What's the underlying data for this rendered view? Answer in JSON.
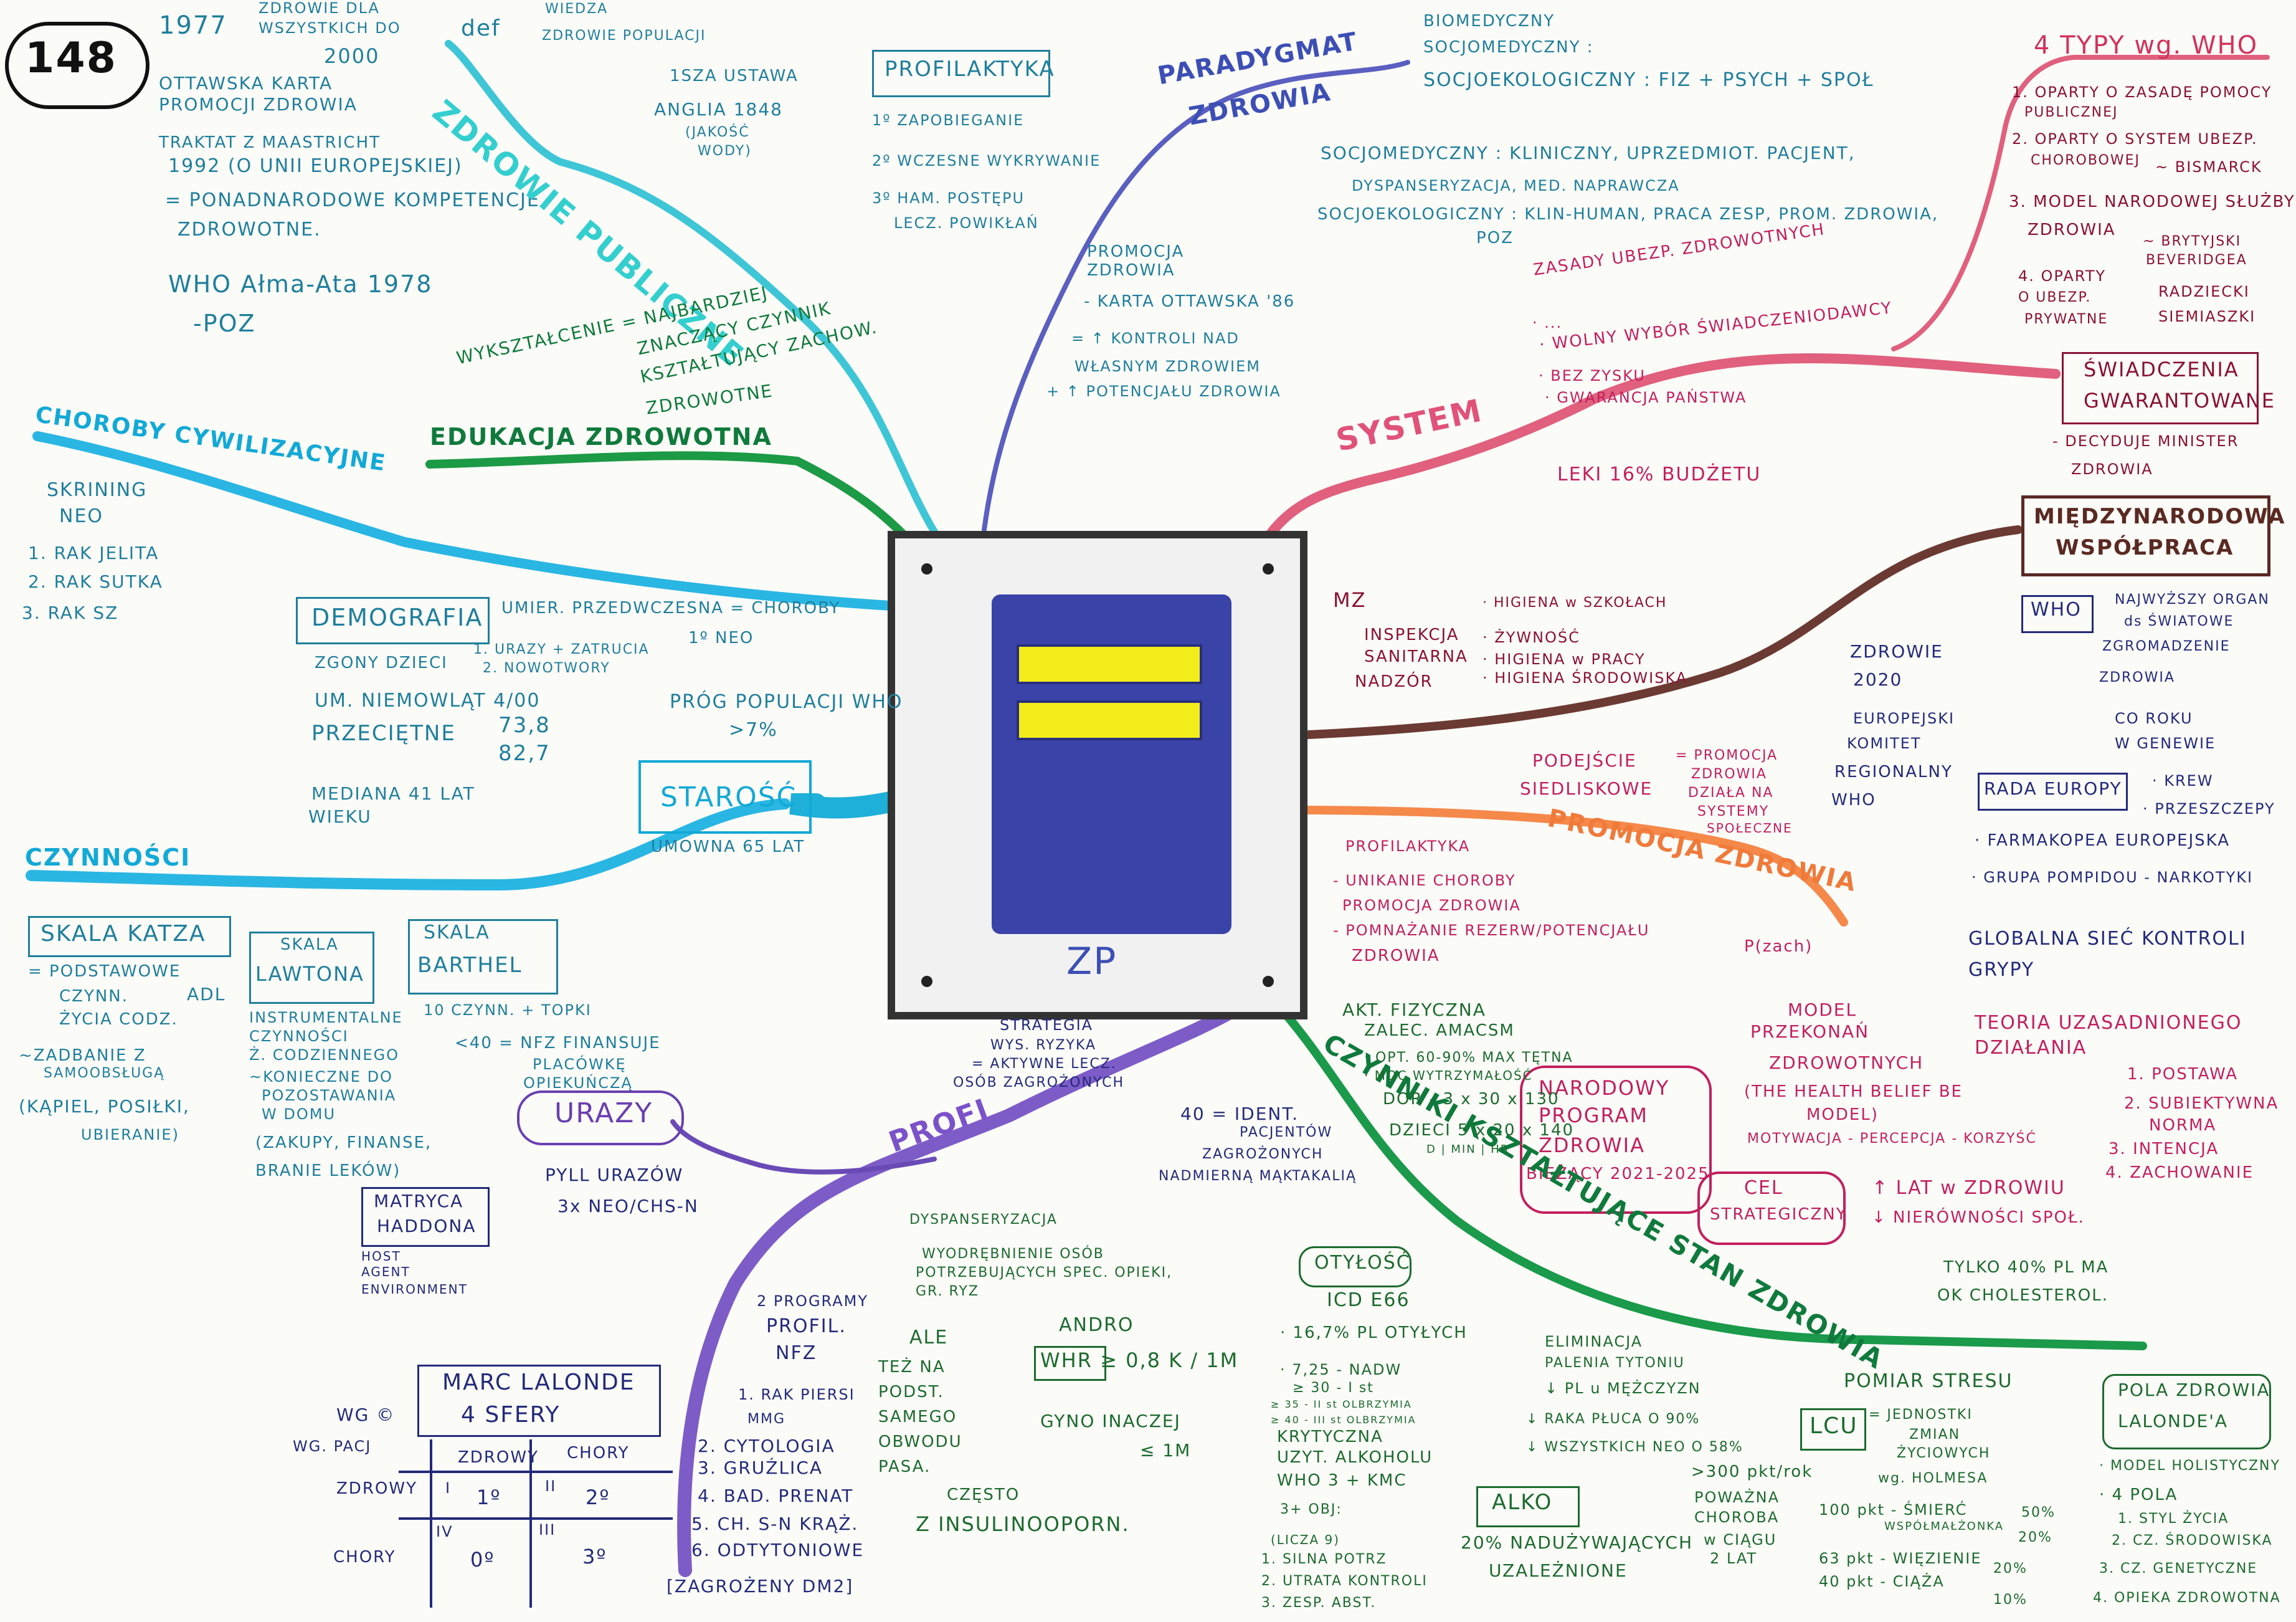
{
  "page_number": "148",
  "center": {
    "label": "ZP"
  },
  "colors": {
    "zdrowie_publiczne": "#3ec6d6",
    "edukacja": "#1c9a45",
    "choroby": "#2ab6e3",
    "starosc": "#1eb0d8",
    "urazy": "#6a4bb6",
    "profi": "#7d5cc7",
    "paradygmat": "#5a5fc0",
    "system": "#e0607e",
    "wspolpraca": "#6b3a33",
    "promocja": "#f5894a",
    "czynniki": "#1a9a4a",
    "center_fill": "#3a43a8",
    "center_bars": "#f3ee1b"
  },
  "history": {
    "y1977": "1977",
    "y1977_text": [
      "ZDROWIE DLA",
      "WSZYSTKICH DO",
      "2000"
    ],
    "ottawa": [
      "OTTAWSKA KARTA",
      "PROMOCJI ZDROWIA"
    ],
    "maastricht": "TRAKTAT Z MAASTRICHT",
    "y1992": "1992 (O UNII EUROPEJSKIEJ)",
    "kompetencje": [
      "= PONADNARODOWE KOMPETENCJE",
      "ZDROWOTNE."
    ],
    "who_alma": "WHO Ałma-Ata 1978",
    "poz": "-POZ"
  },
  "zdrowie_publiczne": {
    "branch": "ZDROWIE PUBLICZNE",
    "def": "def",
    "def_items": [
      "WIEDZA",
      "ZDROWIE POPULACJI"
    ],
    "law": [
      "1SZA USTAWA",
      "ANGLIA 1848",
      "(JAKOŚĆ",
      "WODY)"
    ]
  },
  "edukacja": {
    "branch": "EDUKACJA ZDROWOTNA",
    "text": [
      "WYKSZTAŁCENIE = NAJBARDZIEJ",
      "ZNACZĄCY CZYNNIK",
      "KSZTAŁTUJĄCY ZACHOW.",
      "ZDROWOTNE"
    ]
  },
  "choroby": {
    "branch": "CHOROBY CYWILIZACYJNE",
    "skrining": [
      "SKRINING",
      "NEO"
    ],
    "list": [
      "1. RAK JELITA",
      "2. RAK SUTKA",
      "3. RAK SZ"
    ],
    "demografia": "DEMOGRAFIA",
    "umier": [
      "UMIER. PRZEDWCZESNA = CHOROBY",
      "1º NEO"
    ],
    "zgony": "ZGONY DZIECI",
    "zgony_items": [
      "1. URAZY + ZATRUCIA",
      "2. NOWOTWORY"
    ],
    "niemowlat": "UM. NIEMOWLĄT 4/00",
    "przecietne": "PRZECIĘTNE",
    "wiek_m": "73,8",
    "wiek_k": "82,7",
    "mediana": [
      "MEDIANA 41 LAT",
      "WIEKU"
    ]
  },
  "starosc": {
    "label": "STAROŚĆ",
    "prog": [
      "PRÓG POPULACJI WHO",
      ">7%"
    ],
    "umowna": "UMOWNA 65 LAT"
  },
  "czynnosci": {
    "branch": "CZYNNOŚCI",
    "katza": "SKALA KATZA",
    "katza_text": [
      "= PODSTAWOWE",
      "CZYNN.",
      "ŻYCIA CODZ.",
      "~ZADBANIE Z",
      "SAMOOBSŁUGĄ",
      "(KĄPIEL, POSIŁKI,",
      "UBIERANIE)"
    ],
    "adl": "ADL",
    "lawtona": [
      "SKALA",
      "LAWTONA"
    ],
    "lawtona_text": [
      "INSTRUMENTALNE",
      "CZYNNOŚCI",
      "Ż. CODZIENNEGO",
      "~KONIECZNE DO",
      "POZOSTAWANIA",
      "W DOMU",
      "(ZAKUPY, FINANSE,",
      "BRANIE LEKÓW)"
    ],
    "barthel": [
      "SKALA",
      "BARTHEL"
    ],
    "barthel_text": [
      "10 CZYNN. + TOPKI",
      "<40 = NFZ FINANSUJE",
      "PLACÓWKĘ",
      "OPIEKUŃCZĄ"
    ]
  },
  "urazy": {
    "label": "URAZY",
    "pyll": [
      "PYLL URAZÓW",
      "3x NEO/CHS-N"
    ],
    "matryca": [
      "MATRYCA",
      "HADDONA"
    ],
    "matryca_items": [
      "HOST",
      "AGENT",
      "ENVIRONMENT"
    ]
  },
  "profi": {
    "branch": "PROFI",
    "strategia": [
      "STRATEGIA",
      "WYS. RYZYKA",
      "= AKTYWNE LECZ.",
      "OSÓB ZAGROŻONYCH"
    ],
    "ident": [
      "40 = IDENT.",
      "PACJENTÓW",
      "ZAGROŻONYCH",
      "NADMIERNĄ MĄKTAKALIĄ"
    ],
    "dyspanseryzacja": "DYSPANSERYZACJA",
    "dysp_text": [
      "WYODRĘBNIENIE OSÓB",
      "POTRZEBUJĄCYCH SPEC. OPIEKI,",
      "GR. RYZ"
    ],
    "nfz_title": [
      "2 PROGRAMY",
      "PROFIL.",
      "NFZ"
    ],
    "nfz_items": [
      "1. RAK PIERSI",
      "MMG",
      "2. CYTOLOGIA",
      "3. GRUŹLICA",
      "4. BAD. PRENAT",
      "5. CH. S-N KRĄŻ.",
      "6. ODTYTONIOWE"
    ],
    "cukrzyca": "[ZAGROŻENY DM2]",
    "ale": [
      "ALE",
      "TEŻ NA",
      "PODST.",
      "SAMEGO",
      "OBWODU",
      "PASA."
    ],
    "andro": "ANDRO",
    "whr": "WHR ≥ 0,8 K / 1M",
    "gyno": [
      "GYNO INACZEJ",
      "≤ 1M"
    ],
    "czesto": [
      "CZĘSTO",
      "Z INSULINOOPORN."
    ]
  },
  "lalonde_matrix": {
    "title": [
      "MARC LALONDE",
      "4 SFERY"
    ],
    "corner": "WG ©",
    "row_label": "WG. PACJ",
    "cols": [
      "ZDROWY",
      "CHORY"
    ],
    "rows": [
      "ZDROWY",
      "CHORY"
    ],
    "cells": [
      "I",
      "1º",
      "II",
      "2º",
      "IV",
      "0º",
      "III",
      "3º"
    ]
  },
  "paradygmat": {
    "branch": [
      "PARADYGMAT",
      "ZDROWIA"
    ],
    "types": [
      "BIOMEDYCZNY",
      "SOCJOMEDYCZNY :",
      "SOCJOEKOLOGICZNY : FIZ + PSYCH + SPOŁ"
    ],
    "socjomed": [
      "SOCJOMEDYCZNY : KLINICZNY, UPRZEDMIOT. PACJENT,",
      "DYSPANSERYZACJA, MED. NAPRAWCZA"
    ],
    "socjoeko": [
      "SOCJOEKOLOGICZNY : KLIN-HUMAN, PRACA ZESP, PROM. ZDROWIA,",
      "POZ"
    ]
  },
  "profilaktyka": {
    "label": "PROFILAKTYKA",
    "items": [
      "1º ZAPOBIEGANIE",
      "2º WCZESNE WYKRYWANIE",
      "3º HAM. POSTĘPU",
      "LECZ. POWIKŁAŃ"
    ],
    "promocja": [
      "PROMOCJA",
      "ZDROWIA"
    ],
    "karta": "- KARTA OTTAWSKA '86",
    "kontrola": [
      "= ↑ KONTROLI NAD",
      "WŁASNYM ZDROWIEM",
      "+ ↑ POTENCJAŁU ZDROWIA"
    ]
  },
  "system": {
    "branch": "SYSTEM",
    "zasady": "ZASADY UBEZP. ZDROWOTNYCH",
    "zasady_items": [
      "· ...",
      "· WOLNY WYBÓR ŚWIADCZENIODAWCY",
      "· BEZ ZYSKU",
      "· GWARANCJA PAŃSTWA"
    ],
    "leki": "LEKI 16% BUDŻETU",
    "typy_title": "4 TYPY wg. WHO",
    "typy": [
      "1. OPARTY O ZASADĘ POMOCY",
      "PUBLICZNEJ",
      "2. OPARTY O SYSTEM UBEZP.",
      "CHOROBOWEJ",
      "~ BISMARCK",
      "3. MODEL NARODOWEJ SŁUŻBY",
      "ZDROWIA",
      "~ BRYTYJSKI",
      "BEVERIDGEA",
      "4. OPARTY",
      "O UBEZP.",
      "PRYWATNE",
      "RADZIECKI",
      "SIEMIASZKI"
    ],
    "swiadczenia": [
      "ŚWIADCZENIA",
      "GWARANTOWANE"
    ],
    "decyduje": [
      "- DECYDUJE MINISTER",
      "ZDROWIA"
    ],
    "mz": "MZ",
    "inspekcja": [
      "INSPEKCJA",
      "SANITARNA",
      "NADZÓR"
    ],
    "higiena": [
      "· HIGIENA w SZKOŁACH",
      "· ŻYWNOŚĆ",
      "· HIGIENA w PRACY",
      "· HIGIENA ŚRODOWISKA"
    ]
  },
  "wspolpraca": {
    "branch": [
      "MIĘDZYNARODOWA",
      "WSPÓŁPRACA"
    ],
    "who": "WHO",
    "who_desc": [
      "NAJWYŻSZY ORGAN",
      "ds ŚWIATOWE",
      "ZGROMADZENIE",
      "ZDROWIA"
    ],
    "co_roku": [
      "CO ROKU",
      "W GENEWIE"
    ],
    "zdrowie2020": [
      "ZDROWIE",
      "2020"
    ],
    "komitet": [
      "EUROPEJSKI",
      "KOMITET",
      "REGIONALNY",
      "WHO"
    ],
    "rada": "RADA EUROPY",
    "rada_items": [
      "· KREW",
      "· PRZESZCZEPY"
    ],
    "farmakopea": "· FARMAKOPEA EUROPEJSKA",
    "pompidou": "· GRUPA POMPIDOU - NARKOTYKI",
    "globalna": [
      "GLOBALNA SIEĆ KONTROLI",
      "GRYPY"
    ]
  },
  "promocja": {
    "branch": "PROMOCJA ZDROWIA",
    "podejscie": [
      "PODEJŚCIE",
      "SIEDLISKOWE"
    ],
    "podejscie_text": [
      "= PROMOCJA",
      "ZDROWIA",
      "DZIAŁA NA",
      "SYSTEMY",
      "SPOŁECZNE"
    ],
    "profilaktyka": [
      "PROFILAKTYKA",
      "- UNIKANIE CHOROBY"
    ],
    "promocja_text": [
      "PROMOCJA ZDROWIA",
      "- POMNAŻANIE REZERW/POTENCJAŁU",
      "ZDROWIA"
    ],
    "pzach": "P(zach)",
    "model": [
      "MODEL",
      "PRZEKONAŃ",
      "ZDROWOTNYCH",
      "(THE HEALTH BELIEF BE",
      "MODEL)",
      "MOTYWACJA - PERCEPCJA - KORZYŚĆ"
    ],
    "teoria": [
      "TEORIA UZASADNIONEGO",
      "DZIAŁANIA"
    ],
    "teoria_items": [
      "1. POSTAWA",
      "2. SUBIEKTYWNA",
      "NORMA",
      "3. INTENCJA",
      "4. ZACHOWANIE"
    ],
    "npz": [
      "NARODOWY",
      "PROGRAM",
      "ZDROWIA",
      "BIEŻĄCY 2021-2025"
    ],
    "cel": [
      "CEL",
      "STRATEGICZNY"
    ],
    "cel_items": [
      "↑ LAT w ZDROWIU",
      "↓ NIERÓWNOŚCI SPOŁ."
    ]
  },
  "czynniki": {
    "branch": "CZYNNIKI KSZTAŁTUJĄCE STAN ZDROWIA",
    "akt": "AKT. FIZYCZNA",
    "akt_text": [
      "ZALEC. AMACSM",
      "· OPT. 60-90% MAX TĘTNA",
      "· MOC WYTRZYMAŁOŚĆ",
      "DOR - 3 x 30 x 130",
      "DZIECI 5 x 20 x 140",
      "D | MIN | HR"
    ],
    "otylosc": "OTYŁOŚĆ",
    "icd": "ICD E66",
    "otyl_items": [
      "· 16,7% PL OTYŁYCH",
      "· 7,25 - NADW",
      "≥ 30 - I st",
      "≥ 35 - II st OLBRZYMIA",
      "≥ 40 - III st OLBRZYMIA"
    ],
    "krytyczna": [
      "KRYTYCZNA",
      "UZYT. ALKOHOLU",
      "WHO 3 + KMC"
    ],
    "crit_items": [
      "3+ OBJ:",
      "(LICZA 9)",
      "1. SILNA POTRZ",
      "2. UTRATA KONTROLI",
      "3. ZESP. ABST."
    ],
    "eliminacja": [
      "ELIMINACJA",
      "PALENIA TYTONIU"
    ],
    "elim_items": [
      "↓ PL u MĘŻCZYZN",
      "↓ RAKA PŁUCA O 90%",
      "↓ WSZYSTKICH NEO O 58%"
    ],
    "alko": "ALKO",
    "alko_text": [
      "20% NADUŻYWAJĄCYCH",
      "UZALEŻNIONE"
    ],
    "cholesterol": [
      "TYLKO 40% PL MA",
      "OK CHOLESTEROL."
    ],
    "pomiar": "POMIAR STRESU",
    "lcu": "LCU",
    "lcu_text": [
      "= JEDNOSTKI",
      "ZMIAN",
      "ŻYCIOWYCH",
      "wg. HOLMESA"
    ],
    "stres_items": [
      ">300 pkt/rok",
      "POWAŻNA",
      "CHOROBA",
      "w CIĄGU",
      "2 LAT",
      "100 pkt - ŚMIERĆ",
      "WSPÓŁMAŁŻONKA",
      "63 pkt - WIĘZIENIE",
      "40 pkt - CIĄŻA"
    ],
    "pola": [
      "POLA ZDROWIA",
      "LALONDE'A"
    ],
    "pola_items": [
      "· MODEL HOLISTYCZNY",
      "· 4 POLA"
    ],
    "pola_pct": [
      "50%",
      "20%",
      "20%",
      "10%"
    ],
    "pola_list": [
      "1. STYL ŻYCIA",
      "2. CZ. ŚRODOWISKA",
      "3. CZ. GENETYCZNE",
      "4. OPIEKA ZDROWOTNA"
    ]
  }
}
